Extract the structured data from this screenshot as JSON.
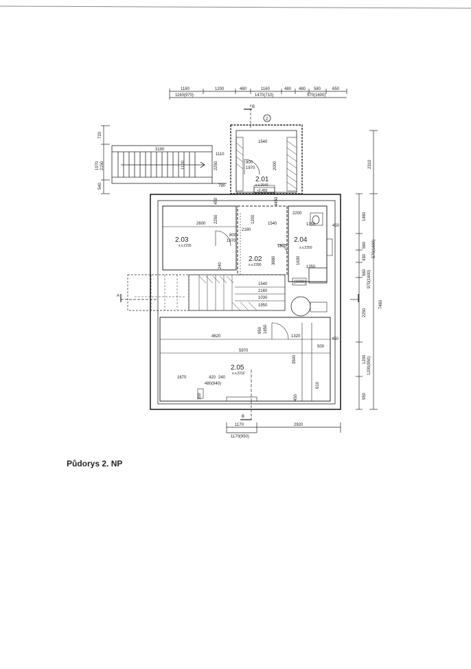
{
  "caption": "Půdorys 2. NP",
  "section_markers": {
    "top": "B",
    "bottom": "B",
    "side": "A"
  },
  "grid_marker": "Z",
  "rooms": [
    {
      "id": "2.01",
      "area": "s.v.2640",
      "level": "+2,450"
    },
    {
      "id": "2.02",
      "area": "s.v.2390",
      "level": ""
    },
    {
      "id": "2.03",
      "area": "s.v.2230",
      "level": ""
    },
    {
      "id": "2.04",
      "area": "s.v.2250",
      "level": ""
    },
    {
      "id": "2.05",
      "area": "s.v.2210",
      "level": ""
    }
  ],
  "dims_top_row1": [
    "1180",
    "1200",
    "480",
    "1160",
    "480",
    "480",
    "580",
    "650"
  ],
  "dims_top_row2": [
    "1160(970)",
    "1470(710)",
    "570(1600)"
  ],
  "dims_left": [
    "720",
    "1970",
    "2150",
    "540"
  ],
  "dims_right_outer": [
    "2310",
    "7460"
  ],
  "dims_right_inner": [
    "1460",
    "560",
    "430",
    "560",
    "970(1600)",
    "570(1600)",
    "2250",
    "1200",
    "1200(950)",
    "950"
  ],
  "dims_bottom": [
    "1170",
    "2920",
    "1170(950)"
  ],
  "stair_dims": [
    "3190",
    "1100",
    "1110",
    "790"
  ],
  "interior_dims": [
    "2250",
    "1540",
    "900",
    "1970",
    "2000",
    "450",
    "4450",
    "2600",
    "2250",
    "1200",
    "800",
    "1970",
    "2180",
    "1540",
    "240",
    "1350",
    "1870",
    "2200",
    "450",
    "3680",
    "1630",
    "1350",
    "(2000)",
    "1540",
    "2160",
    "1030",
    "1950",
    "4620",
    "950",
    "1650",
    "1320",
    "450",
    "500",
    "5970",
    "3500",
    "1670",
    "420",
    "240",
    "480(940)",
    "350",
    "450",
    "610"
  ]
}
